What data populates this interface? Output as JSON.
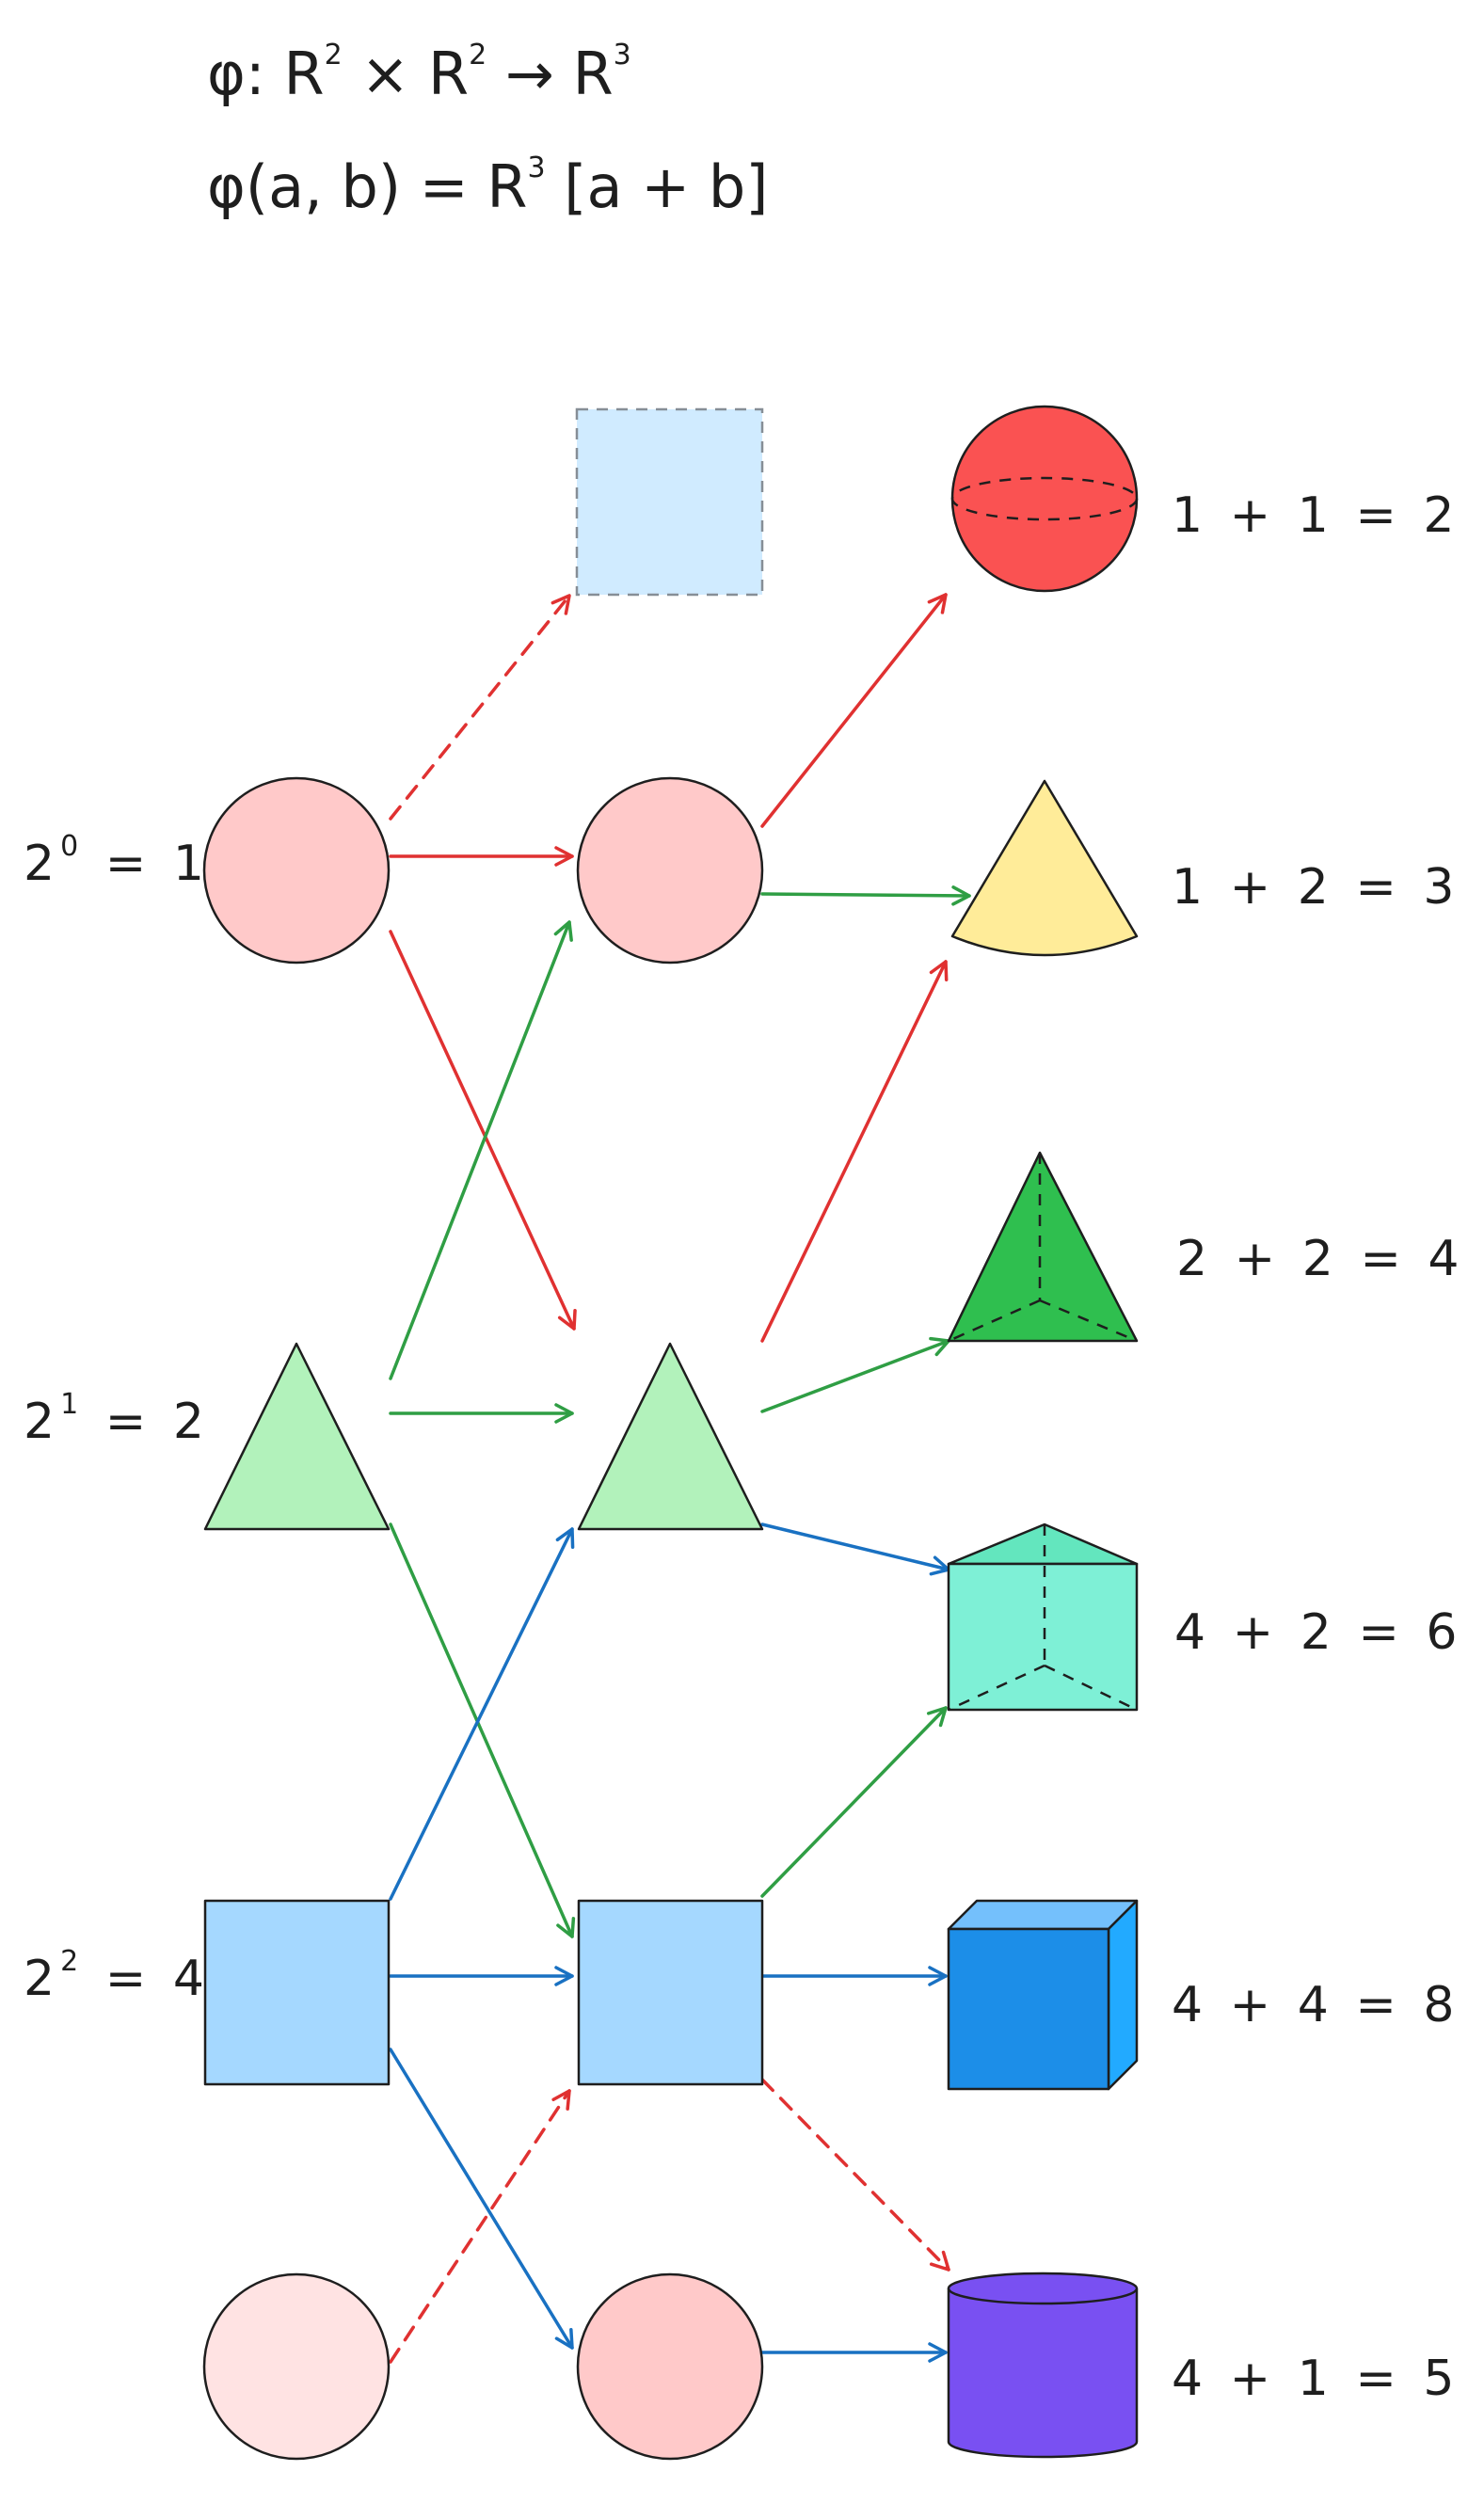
{
  "formula": {
    "line1": {
      "prefix": "φ: R",
      "exp1": "2",
      "mid": " × R",
      "exp2": "2",
      "arrow": " → R",
      "exp3": "3"
    },
    "line2": {
      "prefix": "φ(a, b) = R",
      "exp": "3",
      "suffix": " [a  +  b]"
    }
  },
  "row_labels": [
    {
      "base": "2",
      "exp": "0",
      "rest": " = 1"
    },
    {
      "base": "2",
      "exp": "1",
      "rest": " = 2"
    },
    {
      "base": "2",
      "exp": "2",
      "rest": " = 4"
    }
  ],
  "results": [
    "1 + 1 = 2",
    "1 + 2 = 3",
    "2 + 2 = 4",
    "4 + 2 = 6",
    "4 + 4 = 8",
    "4 + 1 = 5"
  ],
  "colors": {
    "red": "#e03131",
    "green": "#2f9e44",
    "blue": "#1971c2",
    "circle_fill": "#ffc9c9",
    "circle_faded_fill": "#ffe3e3",
    "triangle_fill": "#b2f2bb",
    "square_fill": "#a5d8ff",
    "square_ghost_fill": "#d0ebff",
    "sphere": "#fa5252",
    "cone": "#ffec99",
    "pyramid": "#2fbf4f",
    "prism": "#7ef0d6",
    "cube": "#1c8ee8",
    "cube_top": "#74c0fc",
    "cube_side": "#22aaff",
    "cylinder": "#7950f2"
  },
  "icons": {
    "col1": [
      "circle-icon",
      "triangle-icon",
      "square-icon",
      "faded-circle-icon"
    ],
    "col2": [
      "ghost-square-icon",
      "circle-icon",
      "triangle-icon",
      "square-icon",
      "circle-icon"
    ],
    "col3": [
      "sphere-icon",
      "cone-icon",
      "pyramid-icon",
      "prism-icon",
      "cube-icon",
      "cylinder-icon"
    ]
  }
}
